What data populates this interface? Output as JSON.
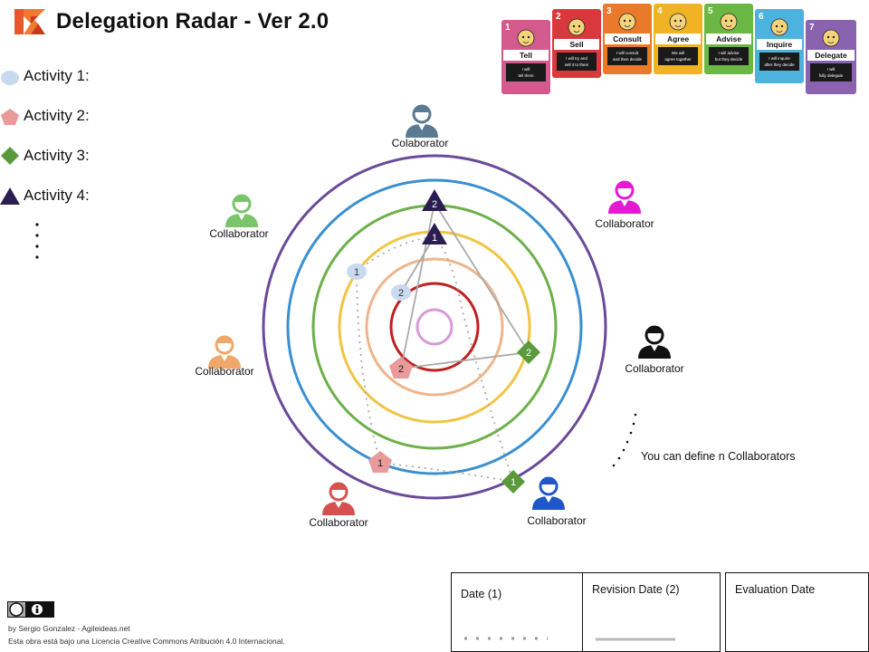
{
  "title": "Delegation Radar - Ver 2.0",
  "legend": [
    {
      "label": "Activity 1:",
      "shape": "ellipse",
      "color": "#c9daf0"
    },
    {
      "label": "Activity 2:",
      "shape": "pentagon",
      "color": "#e99a9a"
    },
    {
      "label": "Activity 3:",
      "shape": "diamond",
      "color": "#5b9a3c"
    },
    {
      "label": "Activity 4:",
      "shape": "triangle",
      "color": "#2a1d52"
    }
  ],
  "delegation_cards": [
    {
      "number": "1",
      "name": "Tell",
      "subtitle": "I will tell them",
      "color": "#d25a8c"
    },
    {
      "number": "2",
      "name": "Sell",
      "subtitle": "I will try and sell it to them",
      "color": "#d9393c"
    },
    {
      "number": "3",
      "name": "Consult",
      "subtitle": "I will consult and then decide",
      "color": "#ea7a2a"
    },
    {
      "number": "4",
      "name": "Agree",
      "subtitle": "We will agree together",
      "color": "#f0b324"
    },
    {
      "number": "5",
      "name": "Advise",
      "subtitle": "I will advise but they decide",
      "color": "#6ab843"
    },
    {
      "number": "6",
      "name": "Inquire",
      "subtitle": "I will inquire after they decide",
      "color": "#4cb3df"
    },
    {
      "number": "7",
      "name": "Delegate",
      "subtitle": "I will fully delegate",
      "color": "#8a63b0"
    }
  ],
  "rings": [
    {
      "level": 1,
      "color": "#d89ad8"
    },
    {
      "level": 2,
      "color": "#c0201f"
    },
    {
      "level": 3,
      "color": "#f0b48a"
    },
    {
      "level": 4,
      "color": "#f0c544"
    },
    {
      "level": 5,
      "color": "#6db04a"
    },
    {
      "level": 6,
      "color": "#3a8fd0"
    },
    {
      "level": 7,
      "color": "#6a4a9a"
    }
  ],
  "collaborators": [
    {
      "label": "Colaborator",
      "color": "#5a7a94"
    },
    {
      "label": "Collaborator",
      "color": "#e419d4"
    },
    {
      "label": "Collaborator",
      "color": "#111111"
    },
    {
      "label": "Collaborator",
      "color": "#1f56c8"
    },
    {
      "label": "Collaborator",
      "color": "#d65050"
    },
    {
      "label": "Collaborator",
      "color": "#f0a86a"
    },
    {
      "label": "Collaborator",
      "color": "#7ac46a"
    }
  ],
  "markers": [
    {
      "activity": 4,
      "label": "2"
    },
    {
      "activity": 4,
      "label": "1"
    },
    {
      "activity": 1,
      "label": "1"
    },
    {
      "activity": 1,
      "label": "2"
    },
    {
      "activity": 3,
      "label": "2"
    },
    {
      "activity": 2,
      "label": "2"
    },
    {
      "activity": 2,
      "label": "1"
    },
    {
      "activity": 3,
      "label": "1"
    }
  ],
  "define_note": "You can define n Collaborators",
  "date_boxes": [
    {
      "label": "Date (1)"
    },
    {
      "label": "Revision Date (2)"
    },
    {
      "label": "Evaluation Date"
    }
  ],
  "footer": {
    "credit": "by Sergio Gonzalez - Agileideas.net",
    "license": "Esta obra está bajo una Licencia Creative Commons Atribución 4.0 Internacional."
  }
}
